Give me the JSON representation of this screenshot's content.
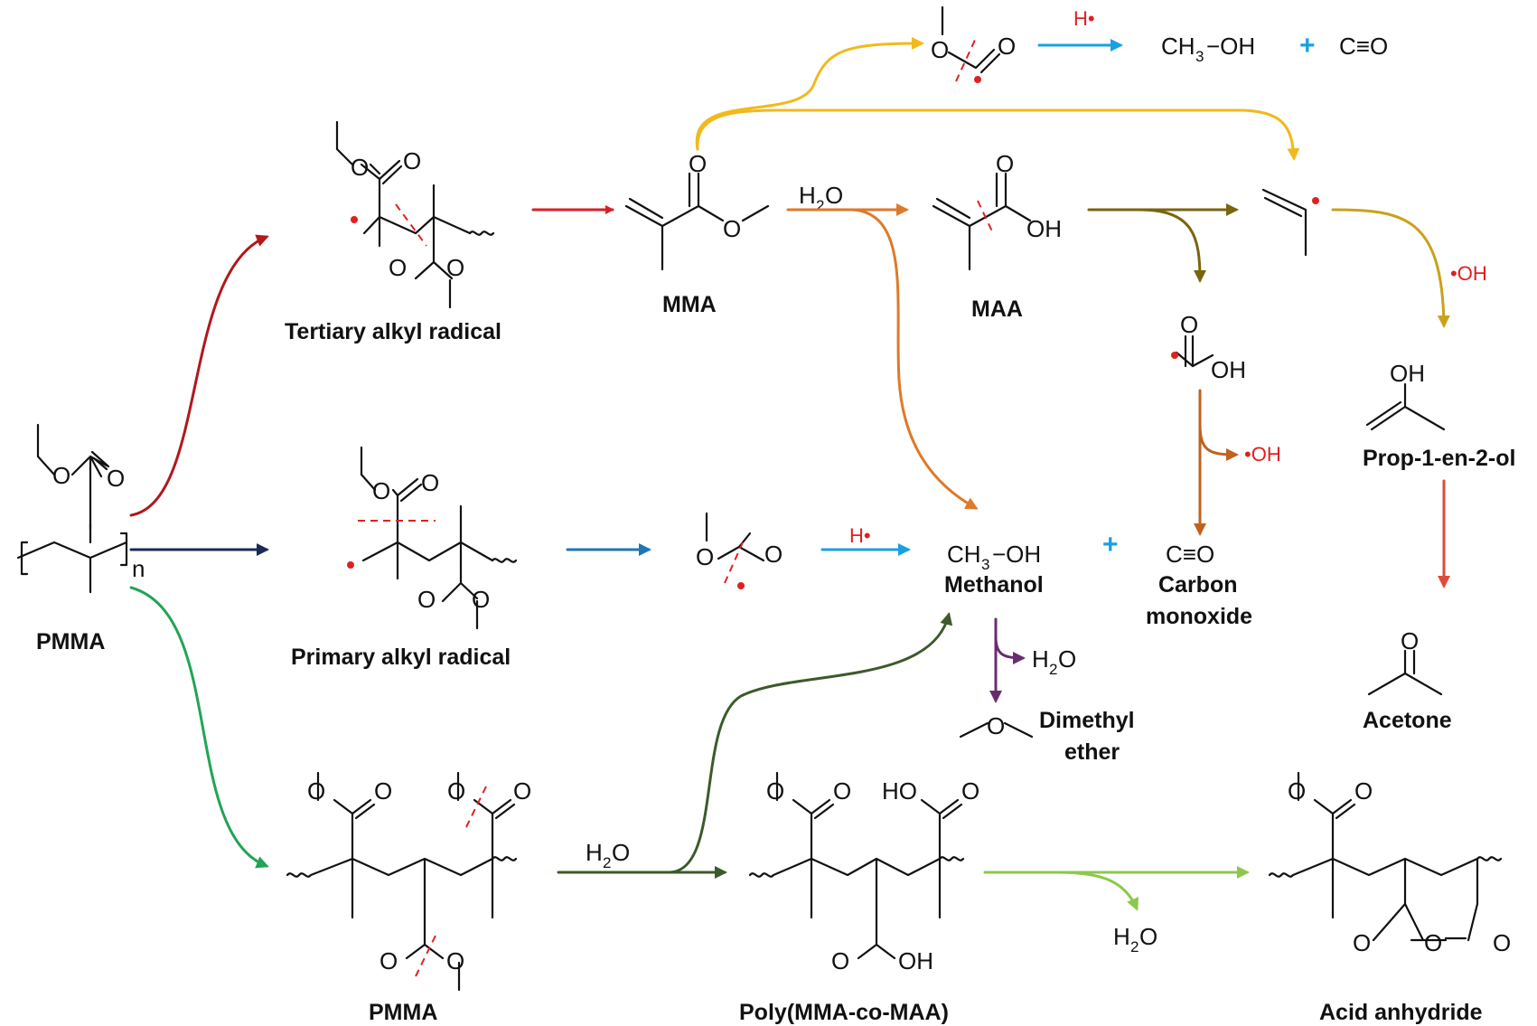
{
  "colors": {
    "red": "#d91f26",
    "darkred": "#b0181c",
    "navy": "#1b2a55",
    "green": "#22a455",
    "darkgreen": "#3c5a2a",
    "lightgreen": "#8cc84b",
    "yellow": "#f2b91c",
    "orange": "#dd7a2a",
    "olive": "#7a6410",
    "gold": "#c9a21a",
    "steelblue": "#1f77b4",
    "skyblue": "#1aa0e0",
    "brown": "#c2601e",
    "coral": "#e04a3a",
    "purple": "#6a2c70"
  },
  "labels": {
    "pmma_left": "PMMA",
    "tertiary": "Tertiary alkyl radical",
    "primary": "Primary alkyl radical",
    "pmma_bottom": "PMMA",
    "mma": "MMA",
    "maa": "MAA",
    "methanol": "Methanol",
    "carbon_monoxide_1": "Carbon",
    "carbon_monoxide_2": "monoxide",
    "dimethyl_ether_1": "Dimethyl",
    "dimethyl_ether_2": "ether",
    "prop": "Prop-1-en-2-ol",
    "acetone": "Acetone",
    "poly": "Poly(MMA-co-MAA)",
    "anhydride": "Acid anhydride"
  },
  "reagents": {
    "h2o": "H",
    "h2o_sub": "2",
    "h2o_o": "O",
    "h_radical": "H•",
    "oh_radical": "•OH",
    "ch3": "CH",
    "ch3_sub": "3",
    "oh_tail": "−OH",
    "co": "C≡O",
    "plus": "+",
    "n": "n"
  },
  "atoms": {
    "O": "O",
    "OH": "OH",
    "HO": "HO"
  }
}
